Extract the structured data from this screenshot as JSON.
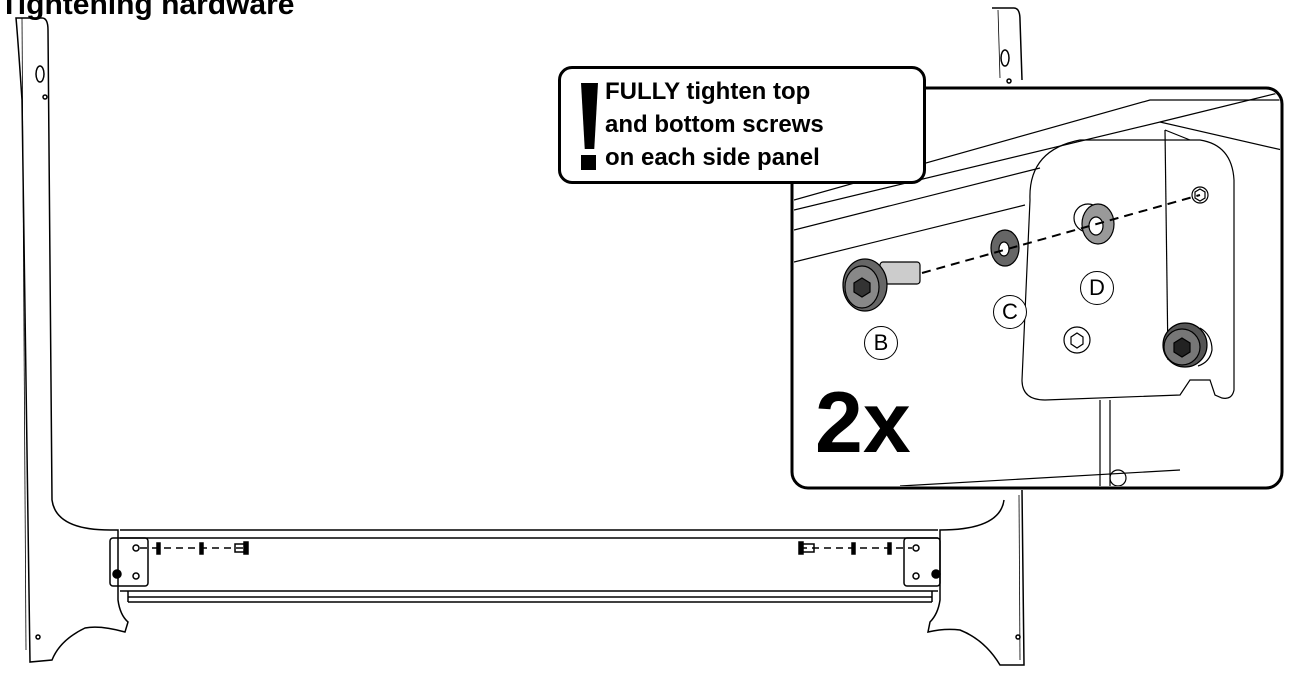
{
  "heading": "Tightening hardware",
  "warning": {
    "lines": [
      "FULLY tighten top",
      "and bottom screws",
      "on each side panel"
    ]
  },
  "callouts": {
    "b": "B",
    "c": "C",
    "d": "D"
  },
  "quantity": "2x",
  "icons": [
    "exclamation-icon"
  ]
}
